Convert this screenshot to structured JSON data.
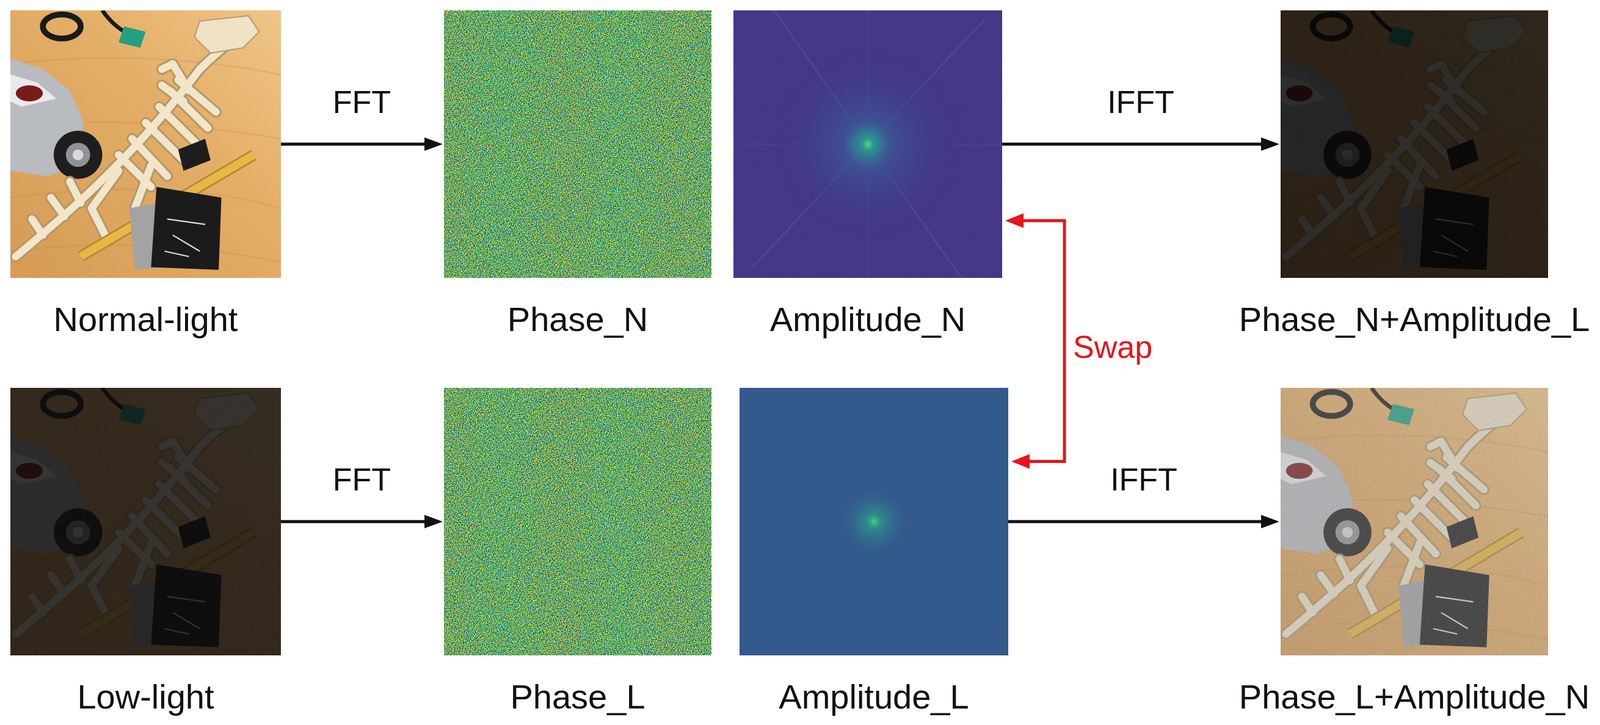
{
  "diagram": {
    "nodes": [
      {
        "text": [
          "Normal-light"
        ]
      },
      {
        "text": [
          "Phase_N"
        ]
      },
      {
        "text": [
          "Amplitude_N"
        ]
      },
      {
        "text": [
          "Phase_N+Amplitude_L"
        ]
      },
      {
        "text": [
          "Low-light"
        ]
      },
      {
        "text": [
          "Phase_L"
        ]
      },
      {
        "text": [
          "Amplitude_L"
        ]
      },
      {
        "text": [
          "Phase_L+Amplitude_N"
        ]
      }
    ],
    "edges": [
      {
        "from": 0,
        "to": 1,
        "arrow": "to",
        "label": "FFT"
      },
      {
        "from": 2,
        "to": 3,
        "arrow": "to",
        "label": "IFFT"
      },
      {
        "from": 4,
        "to": 5,
        "arrow": "to",
        "label": "FFT"
      },
      {
        "from": 6,
        "to": 7,
        "arrow": "to",
        "label": "IFFT"
      },
      {
        "from": 2,
        "to": 6,
        "arrow": "both",
        "label": "Swap"
      }
    ]
  }
}
